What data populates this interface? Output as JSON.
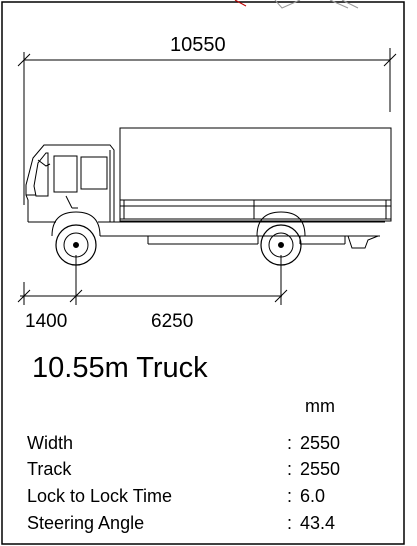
{
  "dimensions": {
    "overall_length": "10550",
    "front_overhang": "1400",
    "wheelbase": "6250"
  },
  "title": "10.55m Truck",
  "units": "mm",
  "specs": [
    {
      "label": "Width",
      "value": "2550"
    },
    {
      "label": "Track",
      "value": "2550"
    },
    {
      "label": "Lock to Lock Time",
      "value": "6.0"
    },
    {
      "label": "Steering Angle",
      "value": "43.4"
    }
  ],
  "colors": {
    "line": "#000000",
    "background": "#ffffff",
    "accent": "#c00000"
  }
}
